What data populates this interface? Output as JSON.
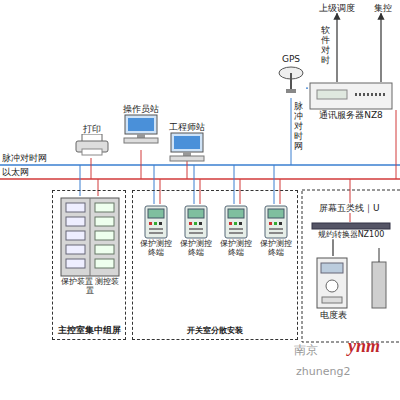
{
  "diagram": {
    "nodes": [
      {
        "text": [
          "打印"
        ]
      },
      {
        "text": [
          "操作员站"
        ]
      },
      {
        "text": [
          "工程师站"
        ]
      },
      {
        "text": [
          "GPS"
        ]
      },
      {
        "text": [
          "上级调度"
        ]
      },
      {
        "text": [
          "集控"
        ]
      },
      {
        "text": [
          "通讯服务器NZ8"
        ]
      },
      {
        "text": [
          "主控室集中组屏"
        ]
      },
      {
        "text": [
          "保护装置 测控装置"
        ],
        "in": 7
      },
      {
        "text": [
          "开关室分散安装"
        ]
      },
      {
        "text": [
          "保护测控终端"
        ],
        "in": 9
      },
      {
        "text": [
          "保护测控终端"
        ],
        "in": 9
      },
      {
        "text": [
          "保护测控终端"
        ],
        "in": 9
      },
      {
        "text": [
          "保护测控终端"
        ],
        "in": 9
      },
      {
        "text": [
          "规约转换器NZ100"
        ]
      },
      {
        "text": [
          "电度表"
        ]
      }
    ],
    "edges": [
      {
        "from": 6,
        "to": 4,
        "arrow": "to"
      },
      {
        "from": 6,
        "to": 5,
        "arrow": "to"
      },
      {
        "from": 3,
        "to": 6,
        "arrow": "none"
      },
      {
        "from": 14,
        "to": 15,
        "arrow": "none"
      }
    ],
    "labels": [
      "脉冲对时网",
      "软件对时",
      "脉冲对时网",
      "以太网",
      "屏幕五类线｜U",
      "南京",
      "ynm",
      "zhuneng2"
    ]
  }
}
